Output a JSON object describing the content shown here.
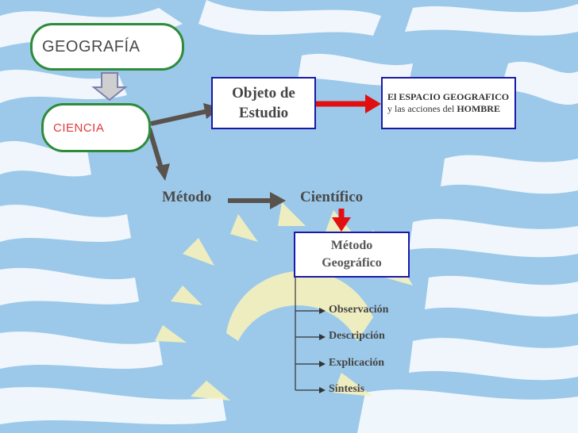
{
  "diagram": {
    "nodes": {
      "geografia": "GEOGRAFÍA",
      "ciencia": "CIENCIA",
      "objeto_line1": "Objeto de",
      "objeto_line2": "Estudio",
      "espacio": {
        "part1": "El ESPACIO GEOGRAFICO",
        "part2": " y las acciones del ",
        "part3": "HOMBRE"
      },
      "metodo": "Método",
      "cientifico": "Científico",
      "metodo_geo_line1": "Método",
      "metodo_geo_line2": "Geográfico"
    },
    "steps": [
      "Observación",
      "Descripción",
      "Explicación",
      "Síntesis"
    ]
  },
  "colors": {
    "pill_border": "#2e8b3a",
    "box_border": "#1a1aa8",
    "arrow_gray": "#5a524c",
    "arrow_red": "#e01010",
    "background": "#9cc9ea"
  }
}
